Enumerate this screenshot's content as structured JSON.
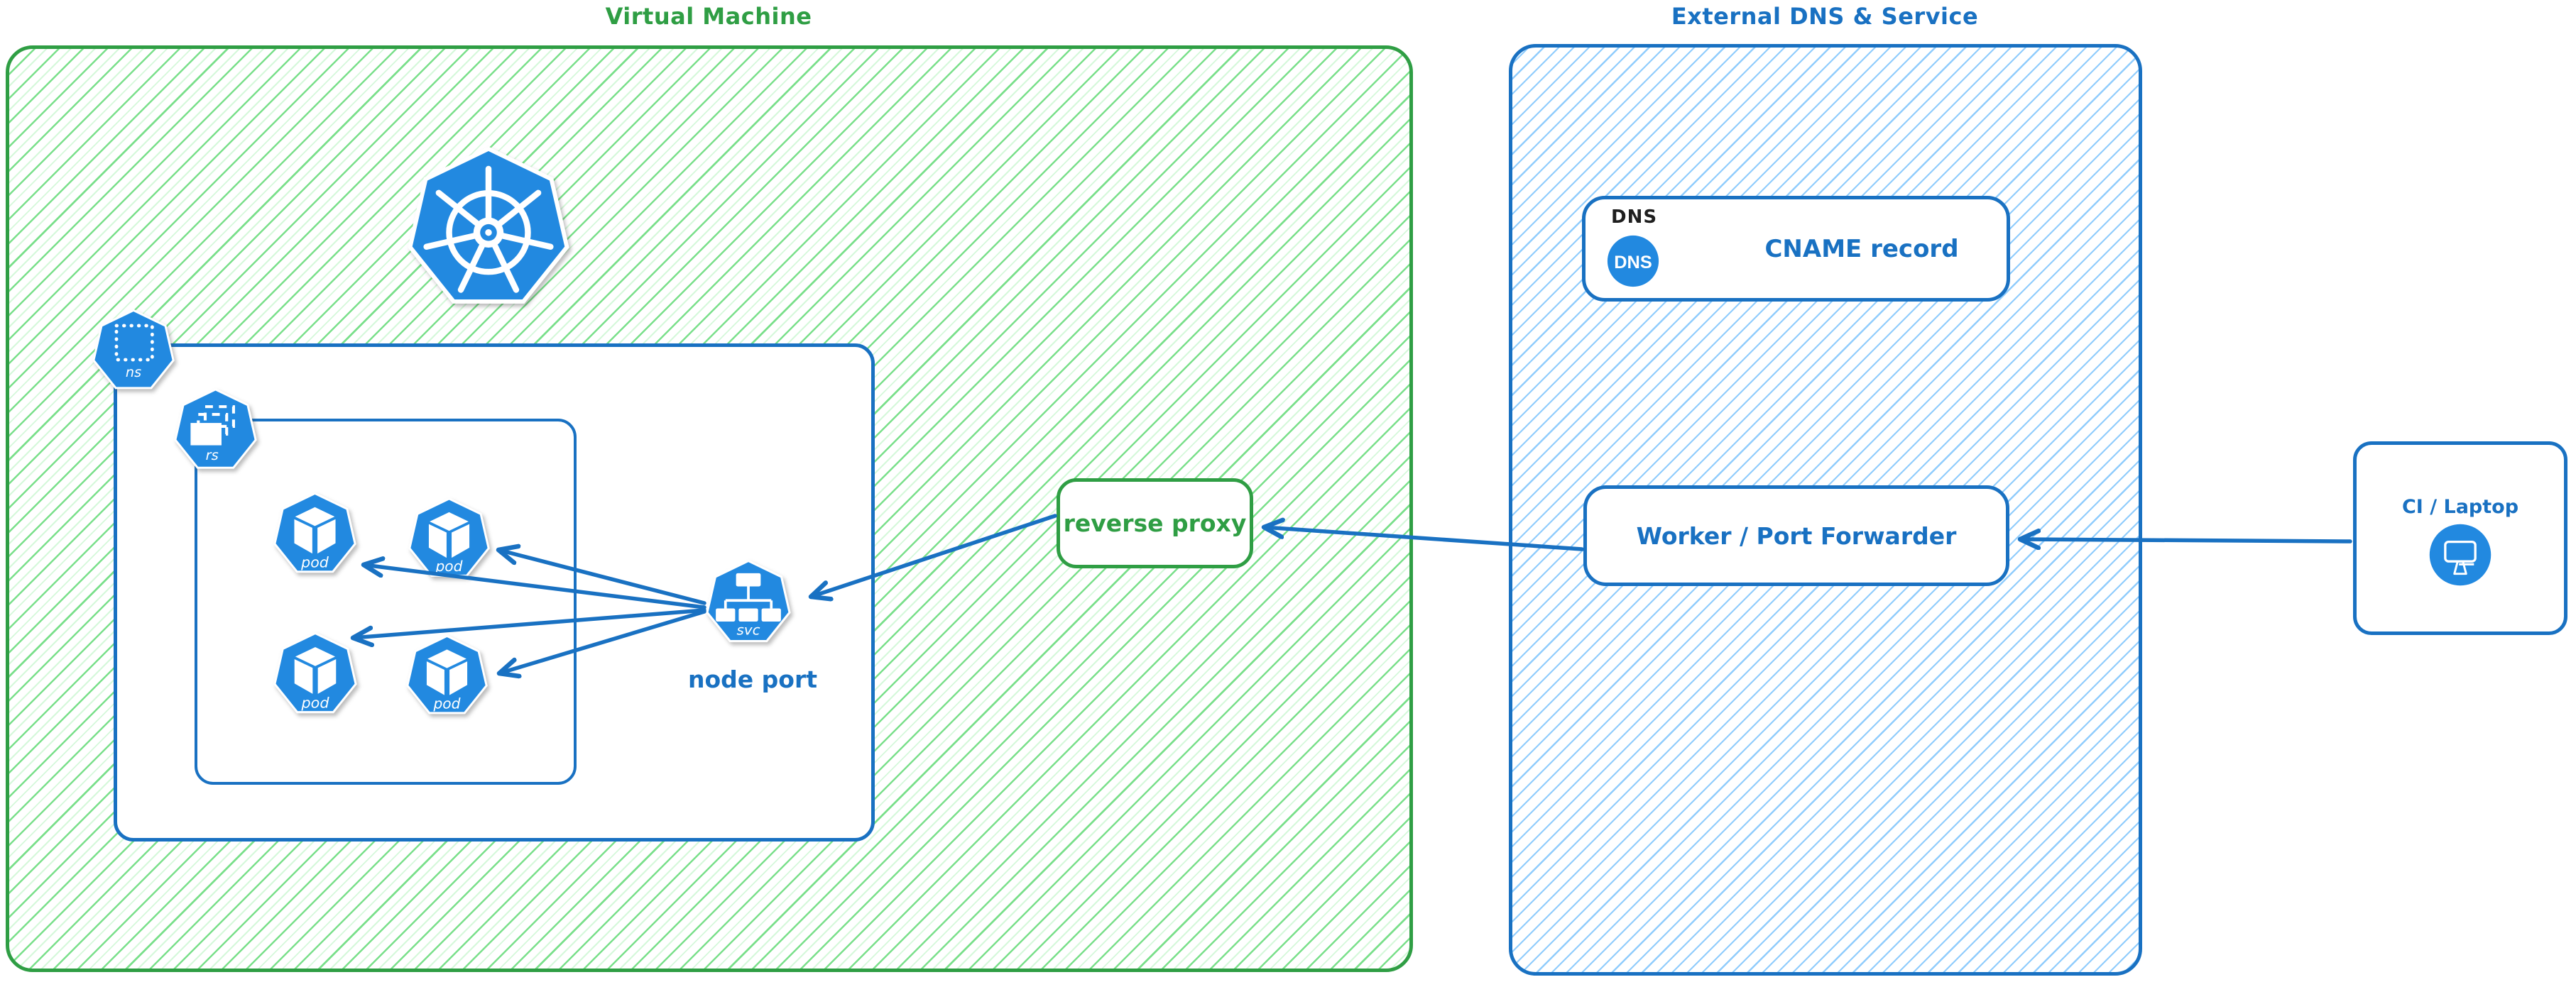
{
  "diagram": {
    "vm": {
      "title": "Virtual Machine",
      "kubernetes_icon": "kubernetes-logo",
      "namespace_badge": "ns",
      "replicaset_badge": "rs",
      "pods": [
        "pod",
        "pod",
        "pod",
        "pod"
      ],
      "service_badge": "svc",
      "node_port_label": "node port",
      "reverse_proxy_label": "reverse proxy"
    },
    "external": {
      "title": "External DNS & Service",
      "dns_tag": "DNS",
      "dns_badge": "DNS",
      "cname_label": "CNAME record",
      "worker_label": "Worker / Port Forwarder"
    },
    "client": {
      "label": "CI / Laptop",
      "icon": "monitor"
    },
    "flows": [
      {
        "from": "CI / Laptop",
        "to": "Worker / Port Forwarder"
      },
      {
        "from": "Worker / Port Forwarder",
        "to": "reverse proxy"
      },
      {
        "from": "reverse proxy",
        "to": "node port (svc)"
      },
      {
        "from": "node port (svc)",
        "to": "pod 1"
      },
      {
        "from": "node port (svc)",
        "to": "pod 2"
      },
      {
        "from": "node port (svc)",
        "to": "pod 3"
      },
      {
        "from": "node port (svc)",
        "to": "pod 4"
      }
    ],
    "colors": {
      "green": "#2f9e44",
      "green_hatch": "#69db7c",
      "blue": "#1971c2",
      "blue_hatch": "#74c0fc",
      "icon_blue": "#2289e0",
      "tag_black": "#1e1e1e"
    }
  }
}
